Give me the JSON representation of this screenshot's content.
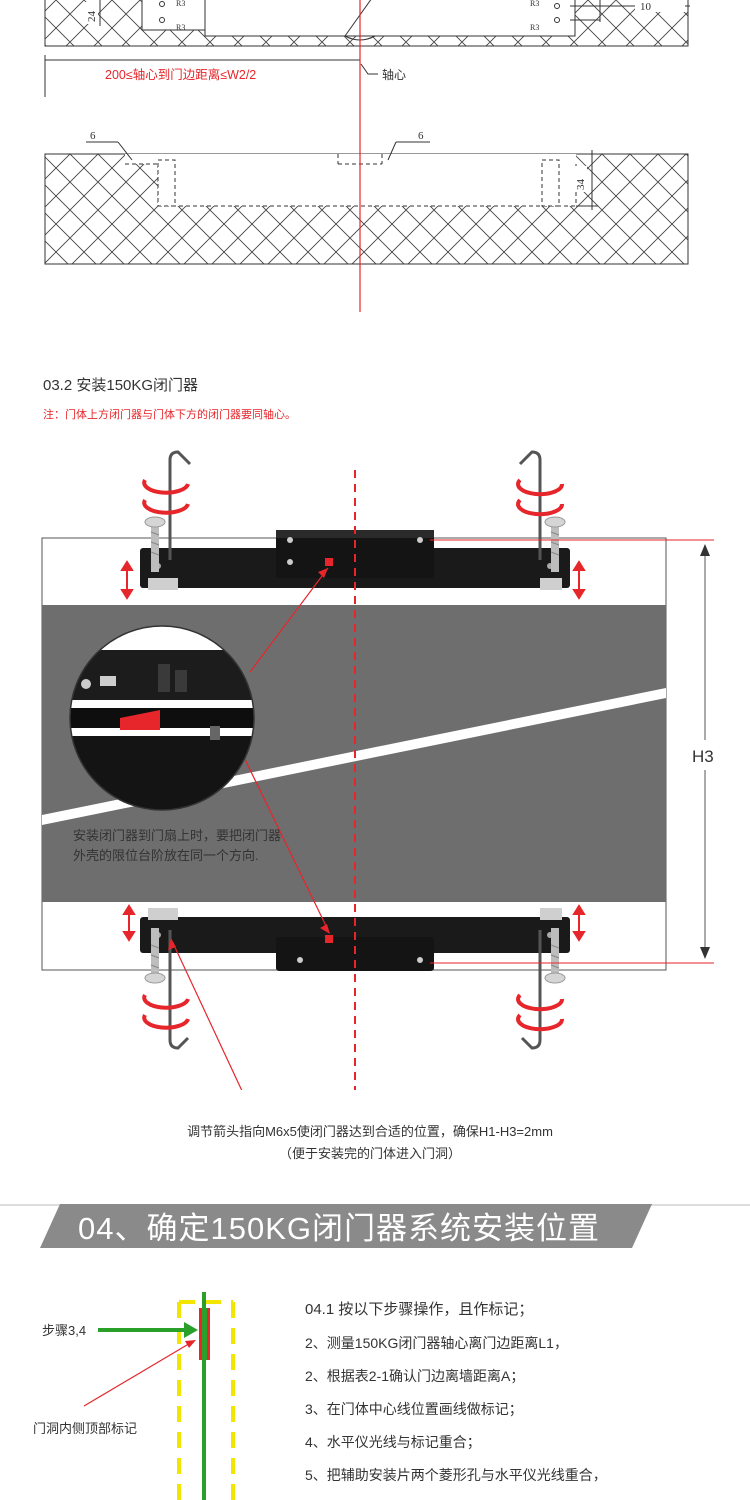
{
  "top_diagram": {
    "dim_24": "24",
    "dim_10": "10",
    "radius_labels": [
      "R3",
      "R3",
      "R3",
      "R3"
    ],
    "range_label": "200≤轴心到门边距离≤W2/2",
    "axis_label": "轴心",
    "dim_6_left": "6",
    "dim_6_right": "6",
    "dim_34": "34"
  },
  "section_03_2": {
    "title": "03.2 安装150KG闭门器",
    "note": "注：门体上方闭门器与门体下方的闭门器要同轴心。",
    "h3_label": "H3",
    "callout_text": "安装闭门器到门扇上时，要把闭门器外壳的限位台阶放在同一个方向.",
    "caption_line1": "调节箭头指向M6x5使闭门器达到合适的位置，确保H1-H3=2mm",
    "caption_line2": "（便于安装完的门体进入门洞）"
  },
  "section_04": {
    "banner_title": "04、确定150KG闭门器系统安装位置",
    "label_step": "步骤3,4",
    "label_mark": "门洞内侧顶部标记",
    "steps_heading": "04.1 按以下步骤操作，且作标记；",
    "steps": [
      "2、测量150KG闭门器轴心离门边距离L1，",
      "2、根据表2-1确认门边离墙距离A；",
      "3、在门体中心线位置画线做标记；",
      "4、水平仪光线与标记重合；",
      "5、把辅助安装片两个菱形孔与水平仪光线重合，"
    ]
  },
  "colors": {
    "accent_red": "#e6262b",
    "door_gray": "#6e6e6e",
    "banner_gray": "#8a8a8a",
    "closer_black": "#1a1a1a",
    "laser_green": "#2aa02a",
    "marker_yellow": "#f2e600"
  }
}
